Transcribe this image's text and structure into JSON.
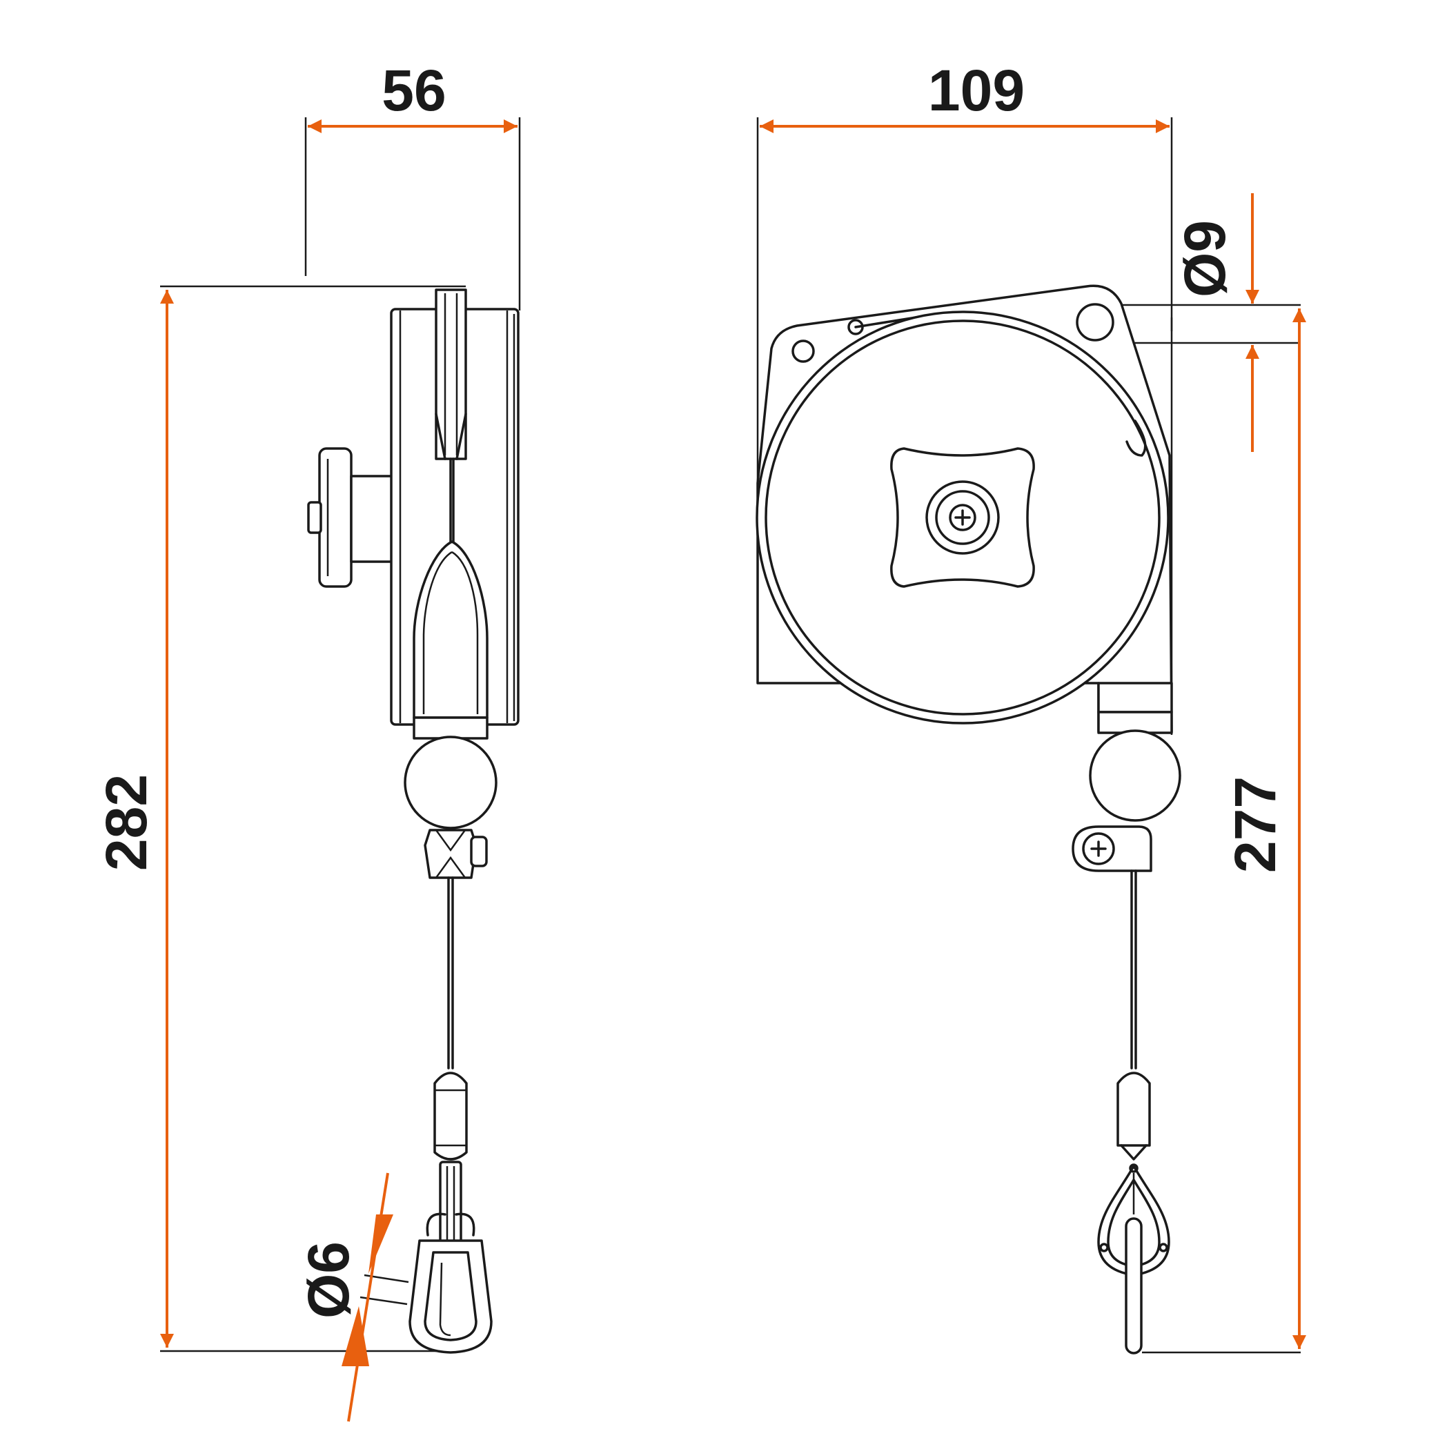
{
  "colors": {
    "dimension": "#E8600F",
    "outline": "#1a1a1a",
    "background": "#ffffff"
  },
  "dimensions": {
    "side_width": "56",
    "front_width": "109",
    "total_height": "282",
    "hook_height": "277",
    "mount_hole_diameter": "Ø9",
    "hook_wire_diameter": "Ø6"
  },
  "icons": {
    "screw": "phillips-screw-icon",
    "knob": "square-knob-icon"
  }
}
